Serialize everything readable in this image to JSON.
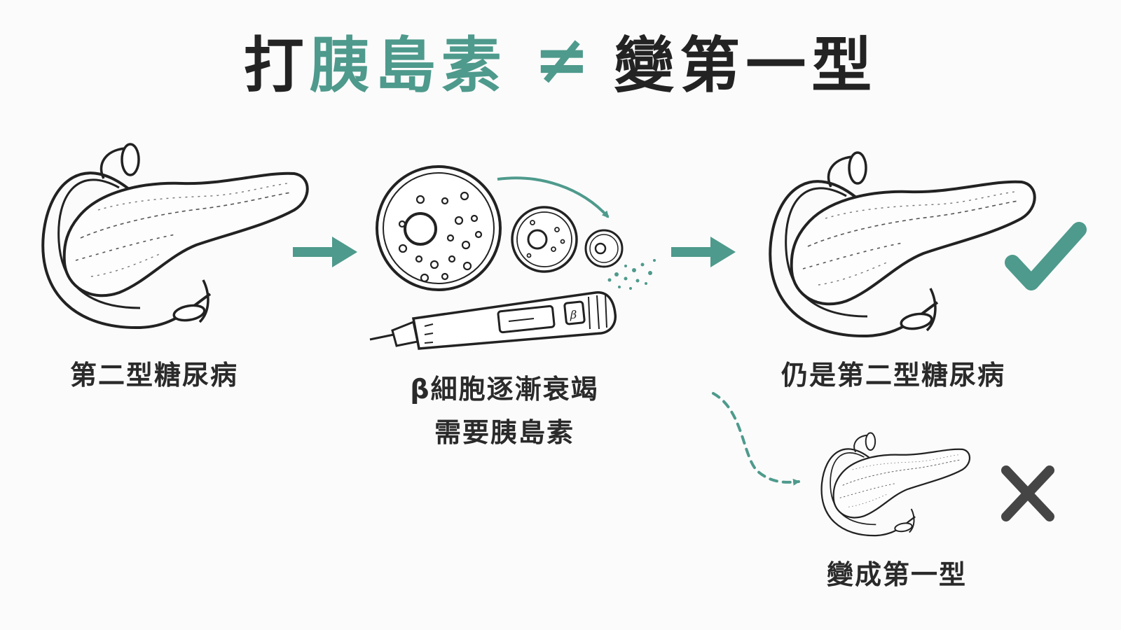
{
  "title": {
    "part1": "打",
    "part2": "胰島素",
    "neq": "≠",
    "part3": "變第一型"
  },
  "steps": {
    "step1_label": "第二型糖尿病",
    "step2_label_line1": "β細胞逐漸衰竭",
    "step2_label_line2": "需要胰島素",
    "step3_label": "仍是第二型糖尿病",
    "step4_label": "變成第一型"
  },
  "icons": {
    "pancreas": "pancreas-icon",
    "beta_cell": "beta-cell-icon",
    "insulin_pen": "insulin-pen-icon",
    "correct": "check-icon",
    "wrong": "cross-icon"
  },
  "colors": {
    "accent": "#4e9a8c",
    "text": "#2b2b2b",
    "cross": "#454545"
  }
}
